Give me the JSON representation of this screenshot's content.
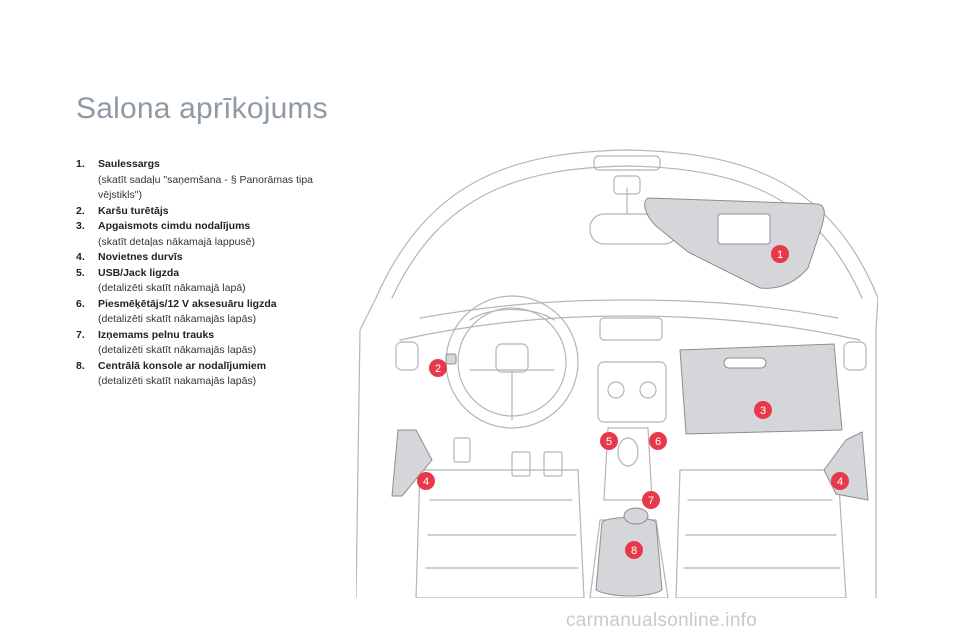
{
  "page": {
    "title": "Salona aprīkojums"
  },
  "items": [
    {
      "number": "1.",
      "label": "Saulessargs",
      "desc": "(skatīt sadaļu \"saņemšana - § Panorāmas tipa vējstikls\")"
    },
    {
      "number": "2.",
      "label": "Karšu turētājs",
      "desc": ""
    },
    {
      "number": "3.",
      "label": "Apgaismots cimdu nodalījums",
      "desc": "(skatīt detaļas nākamajā lappusē)"
    },
    {
      "number": "4.",
      "label": "Novietnes durvīs",
      "desc": ""
    },
    {
      "number": "5.",
      "label": "USB/Jack ligzda",
      "desc": "(detalizēti skatīt nākamajā lapā)"
    },
    {
      "number": "6.",
      "label": "Piesmēķētājs/12 V aksesuāru ligzda",
      "desc": "(detalizēti skatīt nākamajās lapās)"
    },
    {
      "number": "7.",
      "label": "Izņemams pelnu trauks",
      "desc": "(detalizēti skatīt nākamajās lapās)"
    },
    {
      "number": "8.",
      "label": "Centrālā konsole ar nodalījumiem",
      "desc": "(detalizēti skatīt nakamajās lapās)"
    }
  ],
  "callouts": {
    "sun_visor": "1",
    "map_holder": "2",
    "glovebox": "3",
    "door_left": "4",
    "door_right": "4",
    "usb": "5",
    "socket": "6",
    "ashtray": "7",
    "console": "8"
  },
  "colors": {
    "title": "#8f9aa5",
    "callout": "#e8394a",
    "line": "#b5b5b5",
    "highlight": "#d4d6d9"
  },
  "footer": {
    "watermark": "carmanualsonline.info"
  }
}
